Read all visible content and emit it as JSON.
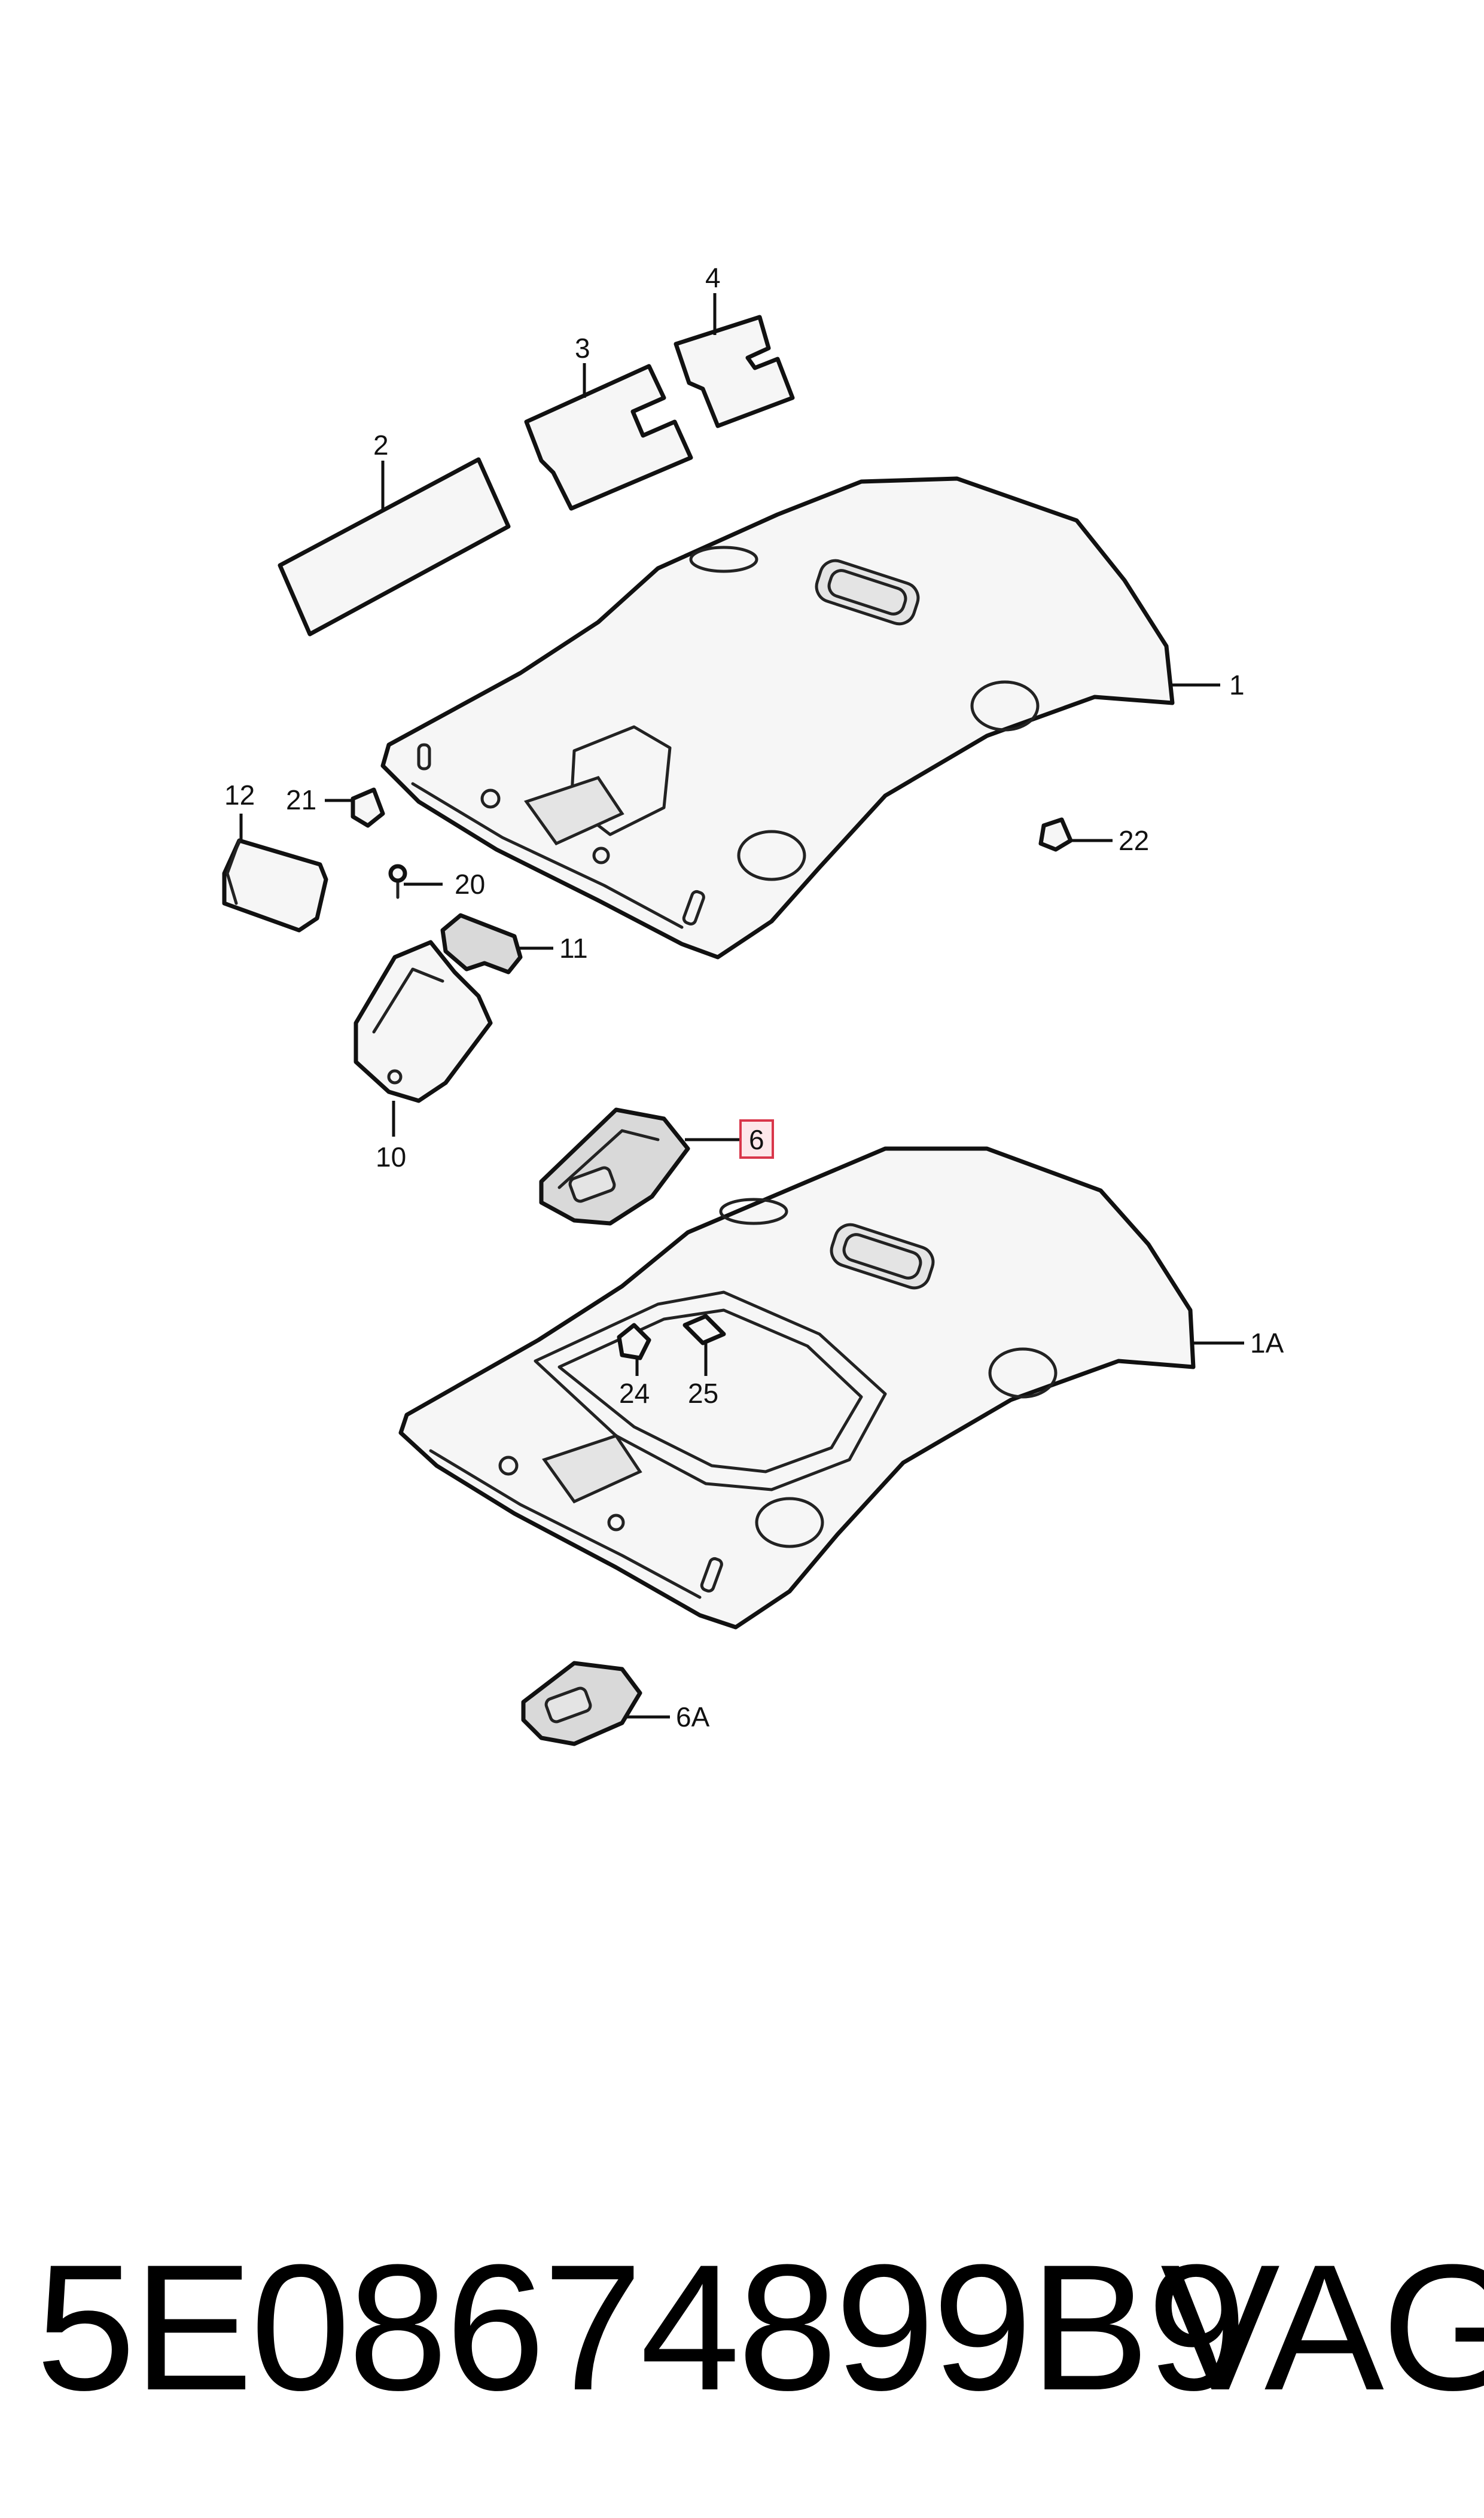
{
  "callouts": {
    "c1": "1",
    "c1A": "1A",
    "c2": "2",
    "c3": "3",
    "c4": "4",
    "c6": "6",
    "c6A": "6A",
    "c10": "10",
    "c11": "11",
    "c12": "12",
    "c20": "20",
    "c21": "21",
    "c22": "22",
    "c24": "24",
    "c25": "25"
  },
  "highlighted_callout": "6",
  "footer": {
    "part_number": "5E08674899B9",
    "brand": "VAG"
  }
}
